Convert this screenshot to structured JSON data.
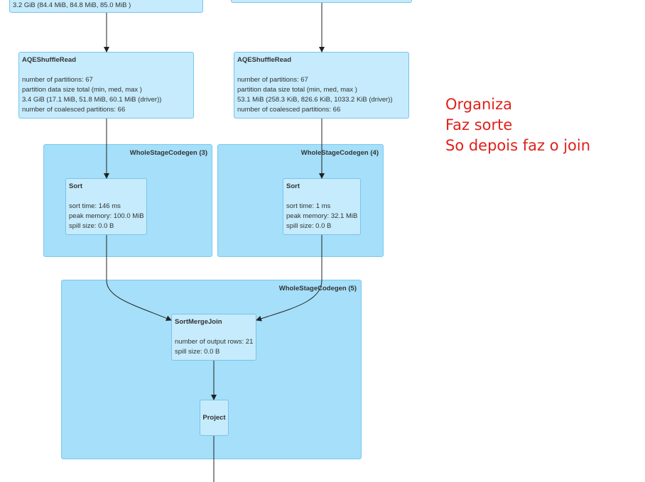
{
  "top_left_node": {
    "line": "3.2 GiB (84.4 MiB, 84.8 MiB, 85.0 MiB )"
  },
  "shuffle_left": {
    "title": "AQEShuffleRead",
    "lines": [
      "number of partitions: 67",
      "partition data size total (min, med, max )",
      "3.4 GiB (17.1 MiB, 51.8 MiB, 60.1 MiB (driver))",
      "number of coalesced partitions: 66"
    ]
  },
  "shuffle_right": {
    "title": "AQEShuffleRead",
    "lines": [
      "number of partitions: 67",
      "partition data size total (min, med, max )",
      "53.1 MiB (258.3 KiB, 826.6 KiB, 1033.2 KiB (driver))",
      "number of coalesced partitions: 66"
    ]
  },
  "codegen3": {
    "title": "WholeStageCodegen (3)"
  },
  "codegen4": {
    "title": "WholeStageCodegen (4)"
  },
  "codegen5": {
    "title": "WholeStageCodegen (5)"
  },
  "sort_left": {
    "title": "Sort",
    "lines": [
      "sort time: 146 ms",
      "peak memory: 100.0 MiB",
      "spill size: 0.0 B"
    ]
  },
  "sort_right": {
    "title": "Sort",
    "lines": [
      "sort time: 1 ms",
      "peak memory: 32.1 MiB",
      "spill size: 0.0 B"
    ]
  },
  "smj": {
    "title": "SortMergeJoin",
    "lines": [
      "number of output rows: 21",
      "spill size: 0.0 B"
    ]
  },
  "project": {
    "title": "Project"
  },
  "annotation": {
    "color": "#e0201a",
    "lines": [
      "Organiza",
      "Faz sorte",
      "So depois faz o join"
    ]
  }
}
